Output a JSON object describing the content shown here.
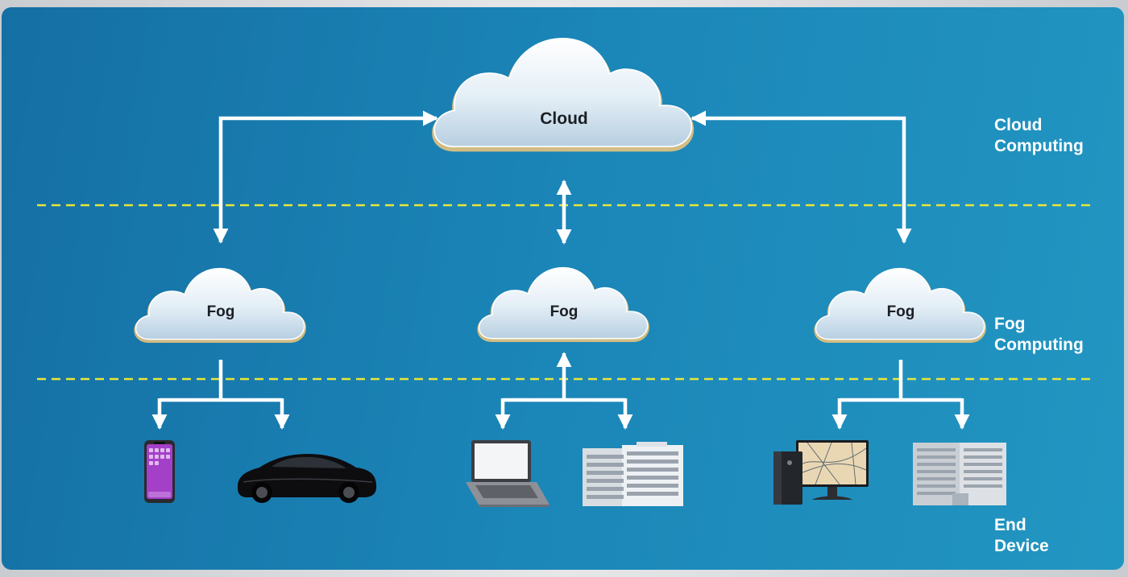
{
  "cloud": {
    "label": "Cloud"
  },
  "fog_nodes": [
    {
      "label": "Fog",
      "devices": [
        "smartphone-icon",
        "sports-car-icon"
      ]
    },
    {
      "label": "Fog",
      "devices": [
        "laptop-icon",
        "office-buildings-icon"
      ]
    },
    {
      "label": "Fog",
      "devices": [
        "desktop-computer-icon",
        "office-building-icon"
      ]
    }
  ],
  "layers": [
    {
      "line1": "Cloud",
      "line2": "Computing"
    },
    {
      "line1": "Fog",
      "line2": "Computing"
    },
    {
      "line1": "End",
      "line2": "Device"
    }
  ],
  "colors": {
    "background_start": "#156fa4",
    "background_end": "#2296c2",
    "arrows": "#ffffff",
    "layer_divider": "#e8e63a",
    "cloud_fill": "#dcebf5",
    "cloud_glow": "#f2c77a"
  }
}
